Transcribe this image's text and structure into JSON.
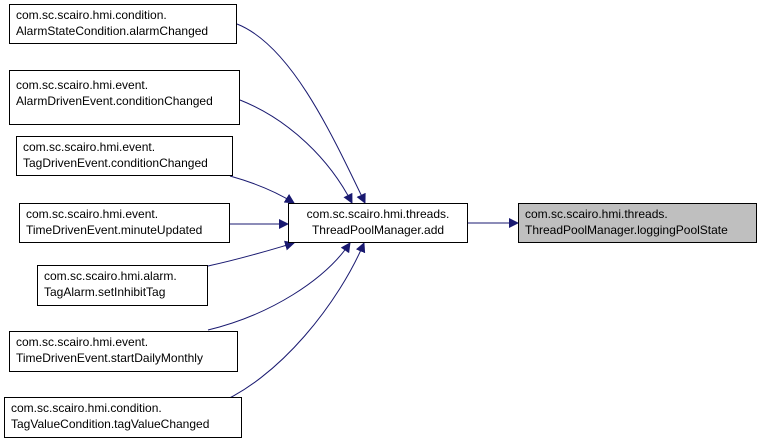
{
  "colors": {
    "edge": "#191970",
    "highlight": "#bfbfbf",
    "border": "#000000"
  },
  "nodes": {
    "n1": {
      "line1": "com.sc.scairo.hmi.condition.",
      "line2": "AlarmStateCondition.alarmChanged"
    },
    "n2": {
      "line1": "com.sc.scairo.hmi.event.",
      "line2": "AlarmDrivenEvent.conditionChanged"
    },
    "n3": {
      "line1": "com.sc.scairo.hmi.event.",
      "line2": "TagDrivenEvent.conditionChanged"
    },
    "n4": {
      "line1": "com.sc.scairo.hmi.event.",
      "line2": "TimeDrivenEvent.minuteUpdated"
    },
    "n5": {
      "line1": "com.sc.scairo.hmi.alarm.",
      "line2": "TagAlarm.setInhibitTag"
    },
    "n6": {
      "line1": "com.sc.scairo.hmi.event.",
      "line2": "TimeDrivenEvent.startDailyMonthly"
    },
    "n7": {
      "line1": "com.sc.scairo.hmi.condition.",
      "line2": "TagValueCondition.tagValueChanged"
    },
    "add": {
      "line1": "com.sc.scairo.hmi.threads.",
      "line2": "ThreadPoolManager.add"
    },
    "target": {
      "line1": "com.sc.scairo.hmi.threads.",
      "line2": "ThreadPoolManager.loggingPoolState"
    }
  }
}
